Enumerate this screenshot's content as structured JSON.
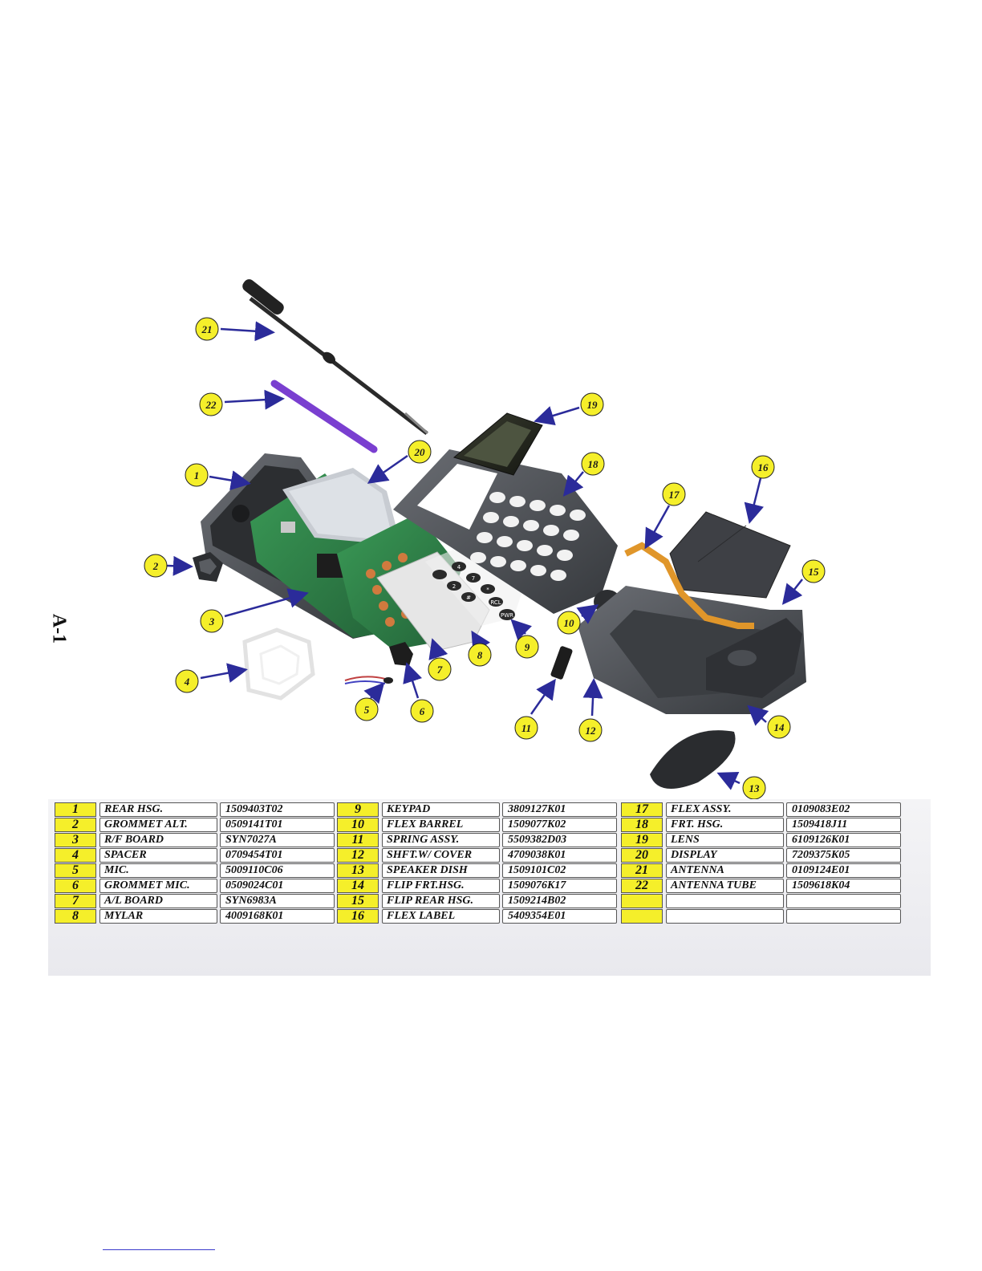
{
  "page_label": "A-1",
  "callouts": [
    "1",
    "2",
    "3",
    "4",
    "5",
    "6",
    "7",
    "8",
    "9",
    "10",
    "11",
    "12",
    "13",
    "14",
    "15",
    "16",
    "17",
    "18",
    "19",
    "20",
    "21",
    "22"
  ],
  "keypad_keys": [
    "4",
    "7",
    "*",
    "2",
    "#",
    "RCL",
    "PWR"
  ],
  "parts_table": {
    "columns": [
      [
        {
          "num": "1",
          "name": "REAR HSG.",
          "part": "1509403T02"
        },
        {
          "num": "2",
          "name": "GROMMET ALT.",
          "part": "0509141T01"
        },
        {
          "num": "3",
          "name": "R/F BOARD",
          "part": "SYN7027A"
        },
        {
          "num": "4",
          "name": "SPACER",
          "part": "0709454T01"
        },
        {
          "num": "5",
          "name": "MIC.",
          "part": "5009110C06"
        },
        {
          "num": "6",
          "name": "GROMMET MIC.",
          "part": "0509024C01"
        },
        {
          "num": "7",
          "name": "A/L BOARD",
          "part": "SYN6983A"
        },
        {
          "num": "8",
          "name": "MYLAR",
          "part": "4009168K01"
        }
      ],
      [
        {
          "num": "9",
          "name": "KEYPAD",
          "part": "3809127K01"
        },
        {
          "num": "10",
          "name": "FLEX BARREL",
          "part": "1509077K02"
        },
        {
          "num": "11",
          "name": "SPRING ASSY.",
          "part": "5509382D03"
        },
        {
          "num": "12",
          "name": "SHFT.W/ COVER",
          "part": "4709038K01"
        },
        {
          "num": "13",
          "name": "SPEAKER DISH",
          "part": "1509101C02"
        },
        {
          "num": "14",
          "name": "FLIP FRT.HSG.",
          "part": "1509076K17"
        },
        {
          "num": "15",
          "name": "FLIP REAR HSG.",
          "part": "1509214B02"
        },
        {
          "num": "16",
          "name": "FLEX LABEL",
          "part": "5409354E01"
        }
      ],
      [
        {
          "num": "17",
          "name": "FLEX ASSY.",
          "part": "0109083E02"
        },
        {
          "num": "18",
          "name": "FRT. HSG.",
          "part": "1509418J11"
        },
        {
          "num": "19",
          "name": "LENS",
          "part": "6109126K01"
        },
        {
          "num": "20",
          "name": "DISPLAY",
          "part": "7209375K05"
        },
        {
          "num": "21",
          "name": "ANTENNA",
          "part": "0109124E01"
        },
        {
          "num": "22",
          "name": "ANTENNA TUBE",
          "part": "1509618K04"
        },
        {
          "num": "",
          "name": "",
          "part": ""
        },
        {
          "num": "",
          "name": "",
          "part": ""
        }
      ]
    ]
  },
  "colors": {
    "callout_fill": "#f5ef2a",
    "arrow": "#2b2b9a",
    "housing": "#4a4d52",
    "pcb": "#2f7d45",
    "antenna_tube": "#7a3fd0",
    "flex": "#e0962a"
  }
}
